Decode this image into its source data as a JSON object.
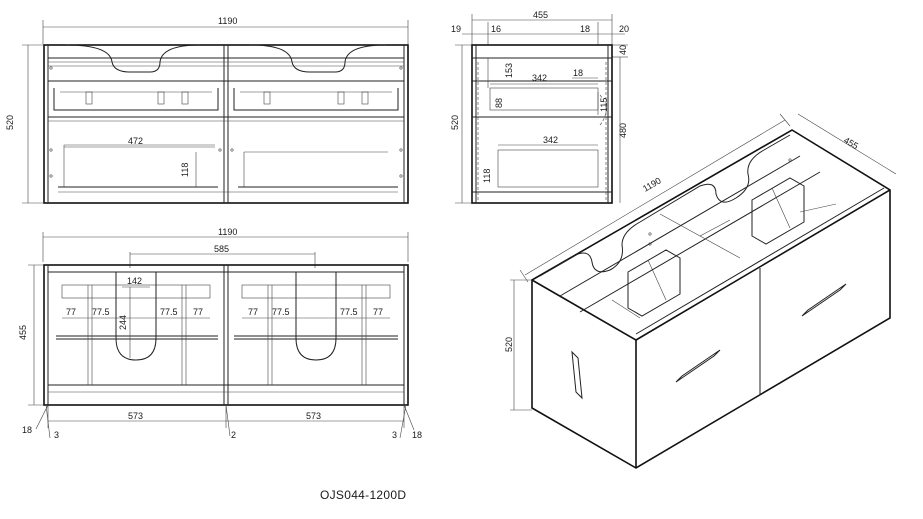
{
  "front_view": {
    "overall_width": "1190",
    "height": "520",
    "drawer_inner_width": "472",
    "drawer_inner_height": "118"
  },
  "side_view": {
    "depth": "455",
    "left_offset": "19",
    "inner_offset": "16",
    "right_offset_a": "18",
    "right_offset_b": "20",
    "top_gap": "40",
    "height": "520",
    "drawer_depth_upper": "342",
    "upper_gap": "18",
    "upper_drawer_height": "88",
    "upper_side_gap": "153",
    "upper_side_height": "115",
    "lower_drawer_depth": "342",
    "lower_height": "118",
    "side_right_height": "480"
  },
  "top_view": {
    "overall_width": "1190",
    "cutout_spacing": "585",
    "cutout_offset": "142",
    "cutout_depth": "244",
    "depth": "455",
    "spacings": [
      "77",
      "77.5",
      "77.5",
      "77",
      "77",
      "77.5",
      "77.5",
      "77"
    ],
    "half_width_left": "573",
    "half_width_right": "573",
    "edge_left": "18",
    "edge_right": "18",
    "gap_left": "3",
    "gap_center": "2",
    "gap_right": "3"
  },
  "iso_view": {
    "width": "1190",
    "depth": "455",
    "height": "520"
  },
  "caption": "OJS044-1200D"
}
